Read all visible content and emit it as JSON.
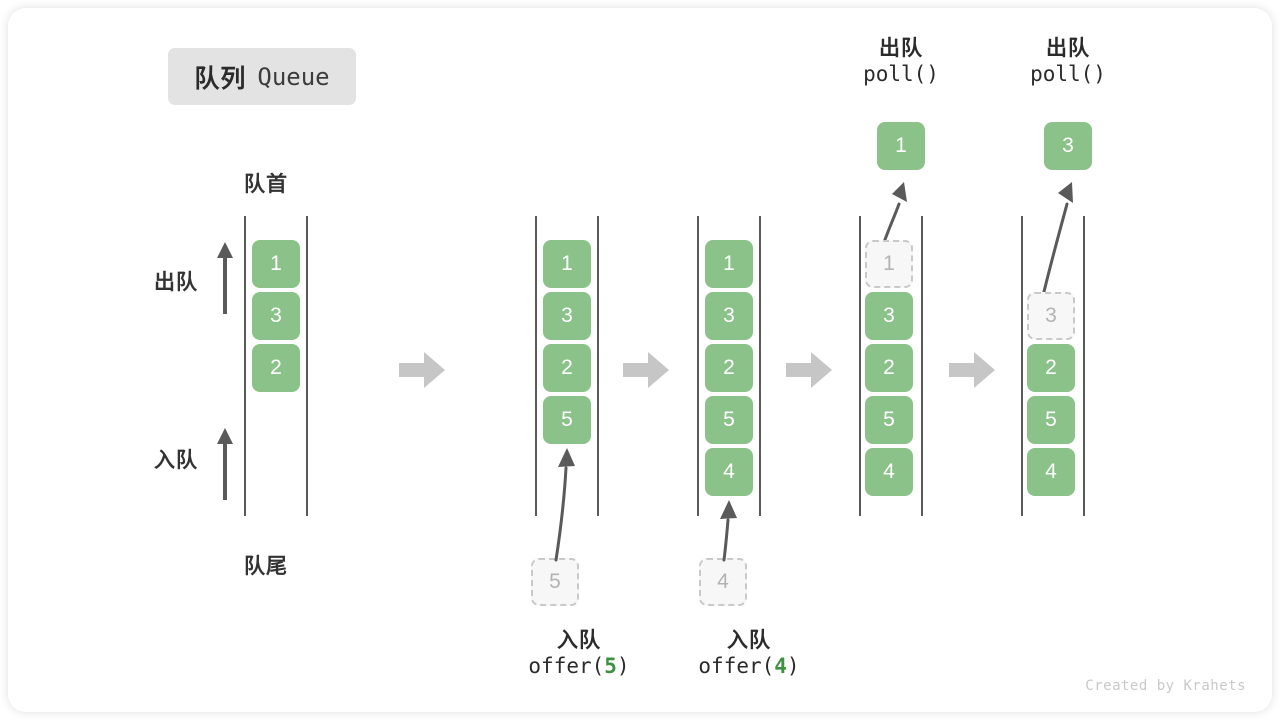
{
  "title": {
    "cn": "队列",
    "en": "Queue"
  },
  "labels": {
    "front": "队首",
    "rear": "队尾",
    "dequeue": "出队",
    "enqueue": "入队"
  },
  "footer": "Created by Krahets",
  "colors": {
    "box_fill": "#8bc28a",
    "box_text": "#ffffff",
    "ghost_fill": "#f7f7f7",
    "ghost_border": "#c9c9c9",
    "ghost_text": "#b3b3b3",
    "rail": "#5a5a5a",
    "arrow": "#5a5a5a",
    "separator": "#c6c6c6",
    "badge_bg": "#e3e3e3",
    "accent_green": "#3f9142"
  },
  "stages": [
    {
      "id": "initial",
      "items": [
        "1",
        "3",
        "2"
      ],
      "ghost_slots": [],
      "caption": null,
      "incoming": null,
      "popped": null
    },
    {
      "id": "offer-5",
      "items": [
        "1",
        "3",
        "2",
        "5"
      ],
      "ghost_slots": [],
      "caption": {
        "line1": "入队",
        "op": "offer(",
        "arg": "5",
        "close": ")"
      },
      "incoming": "5",
      "popped": null
    },
    {
      "id": "offer-4",
      "items": [
        "1",
        "3",
        "2",
        "5",
        "4"
      ],
      "ghost_slots": [],
      "caption": {
        "line1": "入队",
        "op": "offer(",
        "arg": "4",
        "close": ")"
      },
      "incoming": "4",
      "popped": null
    },
    {
      "id": "poll-1",
      "items": [
        "1",
        "3",
        "2",
        "5",
        "4"
      ],
      "ghost_slots": [
        0
      ],
      "caption": null,
      "header": {
        "line1": "出队",
        "line2": "poll()"
      },
      "popped": "1"
    },
    {
      "id": "poll-3",
      "items": [
        "",
        "3",
        "2",
        "5",
        "4"
      ],
      "ghost_slots": [
        1
      ],
      "caption": null,
      "header": {
        "line1": "出队",
        "line2": "poll()"
      },
      "popped": "3"
    }
  ],
  "separators": [
    "arrow-right-icon",
    "arrow-right-icon",
    "arrow-right-icon",
    "arrow-right-icon"
  ]
}
